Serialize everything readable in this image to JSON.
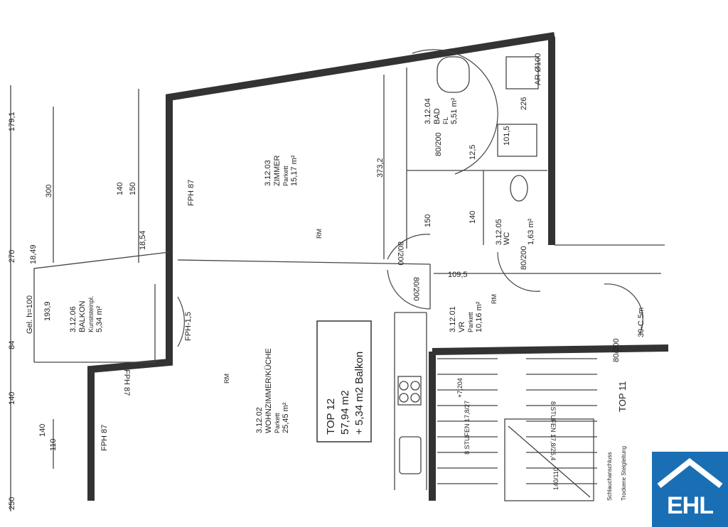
{
  "rooms": [
    {
      "id": "3.12.03",
      "name": "ZIMMER",
      "floor": "Parkett",
      "area": "15,17 m²"
    },
    {
      "id": "3.12.04",
      "name": "BAD",
      "floor": "FL",
      "area": "5,51 m²"
    },
    {
      "id": "3.12.05",
      "name": "WC",
      "area": "1,63 m²"
    },
    {
      "id": "3.12.01",
      "name": "VR",
      "floor": "Parkett",
      "area": "10,16 m²"
    },
    {
      "id": "3.12.02",
      "name": "WOHNZIMMER/KÜCHE",
      "floor": "Parkett",
      "area": "25,45 m²"
    },
    {
      "id": "3.12.06",
      "name": "BALKON",
      "floor": "Kunststeinpl.",
      "area": "5,34 m²"
    }
  ],
  "summary": {
    "unit": "TOP 12",
    "area": "57,94 m2",
    "balcony": "+ 5,34 m2 Balkon"
  },
  "left_dimensions": [
    "179,1",
    "270",
    "84",
    "140",
    "250"
  ],
  "inner_dimensions": [
    "300",
    "140",
    "150",
    "140",
    "110",
    "373,2",
    "150",
    "140",
    "109,5",
    "12,5",
    "226",
    "AR Ø100",
    "101,5",
    "18,49",
    "18,54",
    "193,9",
    "Gel. h=100",
    "30-C 5m"
  ],
  "window_labels": [
    "FPH 87",
    "FPH 87",
    "FPH 87",
    "FPH-1,5"
  ],
  "door_labels": [
    "80/200",
    "80/200",
    "80/200",
    "80/200",
    "80/200"
  ],
  "stairs": {
    "top": "TOP 11",
    "steps1": "8 STUFEN 17,8/27",
    "steps2": "8 STUFEN 17,8/26,4",
    "level": "+7,204",
    "shaft": "140/110",
    "note1": "Schlauchanschluss",
    "note2": "Trockene Steigleitung"
  },
  "rm_marker": "RM",
  "logo": {
    "text": "EHL",
    "color": "#1a6fb4"
  }
}
